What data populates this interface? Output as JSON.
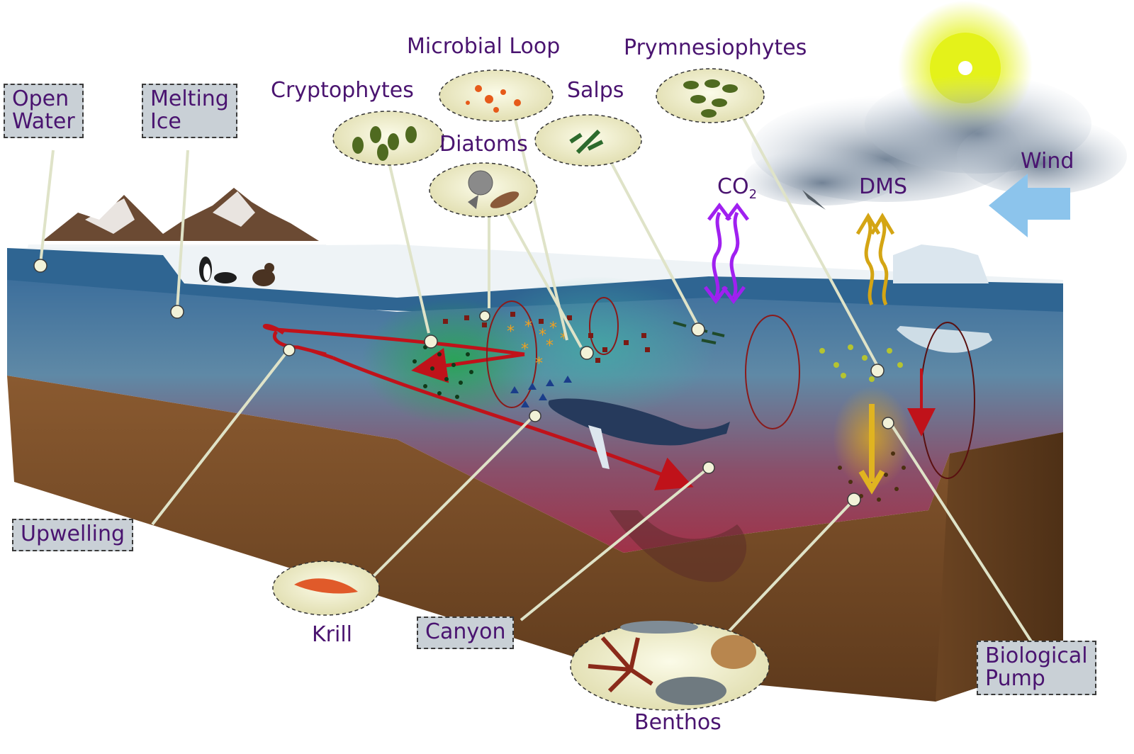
{
  "labels": {
    "open_water": [
      "Open",
      "Water"
    ],
    "melting_ice": [
      "Melting",
      "Ice"
    ],
    "cryptophytes": "Cryptophytes",
    "microbial_loop": "Microbial Loop",
    "diatoms": "Diatoms",
    "salps": "Salps",
    "prymnesiophytes": "Prymnesiophytes",
    "co2_main": "CO",
    "co2_sub": "2",
    "dms": "DMS",
    "wind": "Wind",
    "upwelling": "Upwelling",
    "krill": "Krill",
    "canyon": "Canyon",
    "benthos": "Benthos",
    "biological_pump": [
      "Biological",
      "Pump"
    ]
  },
  "colors": {
    "label_text": "#4a1470",
    "label_box": "#c9d0d6",
    "ocean_surface": "#2c5f8c",
    "seafloor": "#7a5230",
    "current_arrow": "#c0121a",
    "co2_arrow": "#a020f0",
    "dms_arrow": "#d4a514",
    "wind_arrow": "#8cc4ec",
    "sun": "#e4f21a",
    "leader_line": "#dfe3c8"
  }
}
